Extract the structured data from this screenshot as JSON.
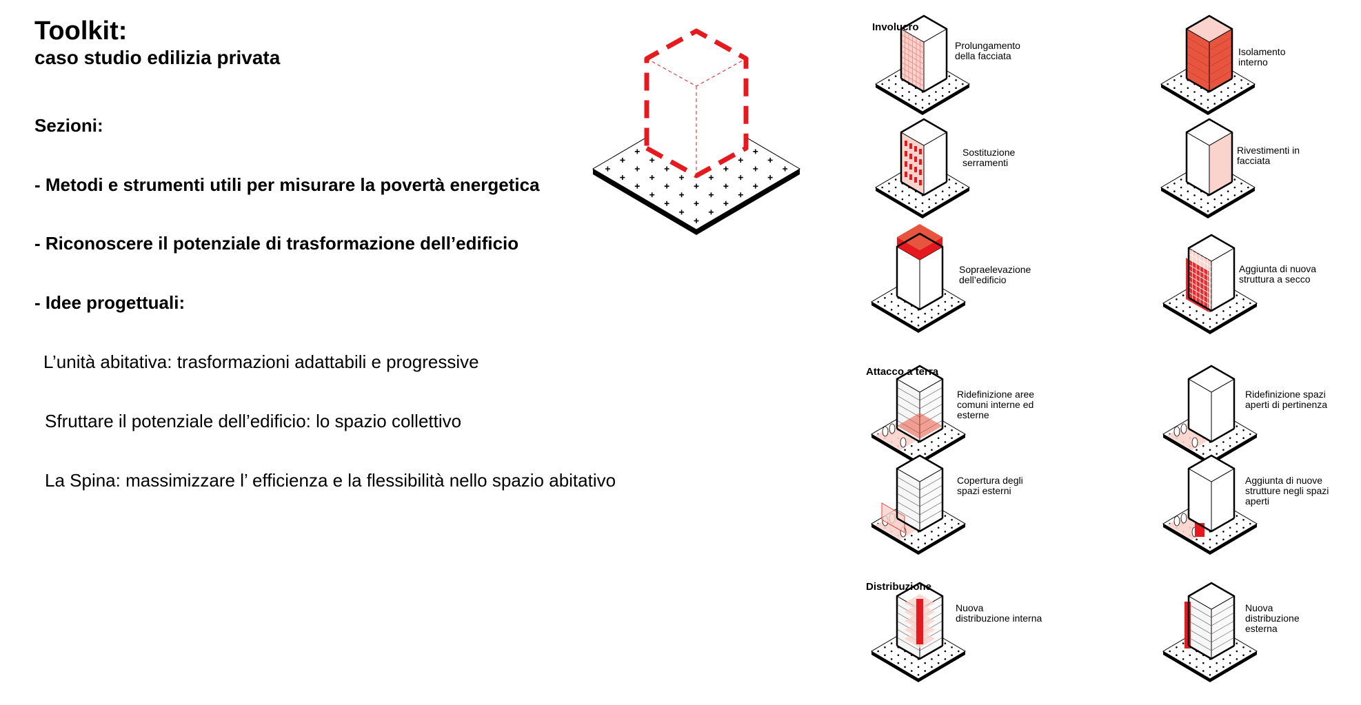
{
  "header": {
    "title": "Toolkit:",
    "subtitle": "caso studio edilizia privata"
  },
  "sections_label": "Sezioni:",
  "bullets": [
    "- Metodi e strumenti utili per misurare la povertà energetica",
    "- Riconoscere il potenziale di trasformazione dell’edificio",
    "- Idee progettuali:"
  ],
  "ideas": [
    "L’unità abitativa: trasformazioni adattabili e progressive",
    "Sfruttare il  potenziale dell’edificio: lo spazio collettivo",
    "La Spina: massimizzare l’ efficienza e la flessibilità nello spazio abitativo"
  ],
  "colors": {
    "accent": "#e5191e",
    "pink": "#f9d3cc",
    "orange": "#e8553f"
  },
  "toolkit": {
    "categories": [
      "Involucro",
      "Attacco a terra",
      "Distribuzione"
    ],
    "items": [
      {
        "label": "Prolungamento\ndella facciata",
        "variant": "grid"
      },
      {
        "label": "Isolamento\ninterno",
        "variant": "red"
      },
      {
        "label": "Sostituzione\nserramenti",
        "variant": "windows"
      },
      {
        "label": "Rivestimenti in\nfacciata",
        "variant": "hatch"
      },
      {
        "label": "Sopraelevazione\ndell’edificio",
        "variant": "roof"
      },
      {
        "label": "Aggiunta di nuova\nstruttura a secco",
        "variant": "frame"
      },
      {
        "label": "Ridefinizione aree\ncomuni interne ed\nesterne",
        "variant": "common"
      },
      {
        "label": "Ridefinizione spazi\naperti di pertinenza",
        "variant": "ground"
      },
      {
        "label": "Copertura degli\nspazi esterni",
        "variant": "cover"
      },
      {
        "label": "Aggiunta di nuove\nstrutture negli spazi\naperti",
        "variant": "addbox"
      },
      {
        "label": "Nuova\ndistribuzione interna",
        "variant": "core"
      },
      {
        "label": "Nuova\ndistribuzione\nesterna",
        "variant": "extcore"
      }
    ]
  }
}
